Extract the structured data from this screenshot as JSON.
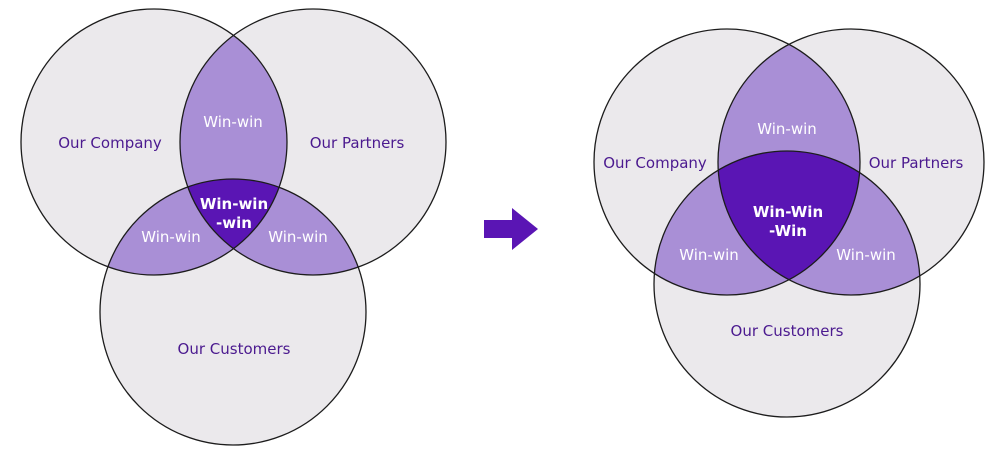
{
  "colors": {
    "circle_fill": "#ebe9ec",
    "circle_stroke": "#1c1c1c",
    "overlap_fill": "#a98fd6",
    "center_fill": "#5a15b4",
    "label_color": "#4b1a8f",
    "overlap_label_color": "#ffffff",
    "arrow_color": "#5a15b4"
  },
  "before": {
    "company": "Our Company",
    "partners": "Our Partners",
    "customers": "Our Customers",
    "pair_company_partners": "Win-win",
    "pair_company_customers": "Win-win",
    "pair_partners_customers": "Win-win",
    "center_line1": "Win-win",
    "center_line2": "-win"
  },
  "after": {
    "company": "Our Company",
    "partners": "Our Partners",
    "customers": "Our Customers",
    "pair_company_partners": "Win-win",
    "pair_company_customers": "Win-win",
    "pair_partners_customers": "Win-win",
    "center_line1": "Win-Win",
    "center_line2": "-Win"
  },
  "arrow_icon": "right-arrow-icon"
}
